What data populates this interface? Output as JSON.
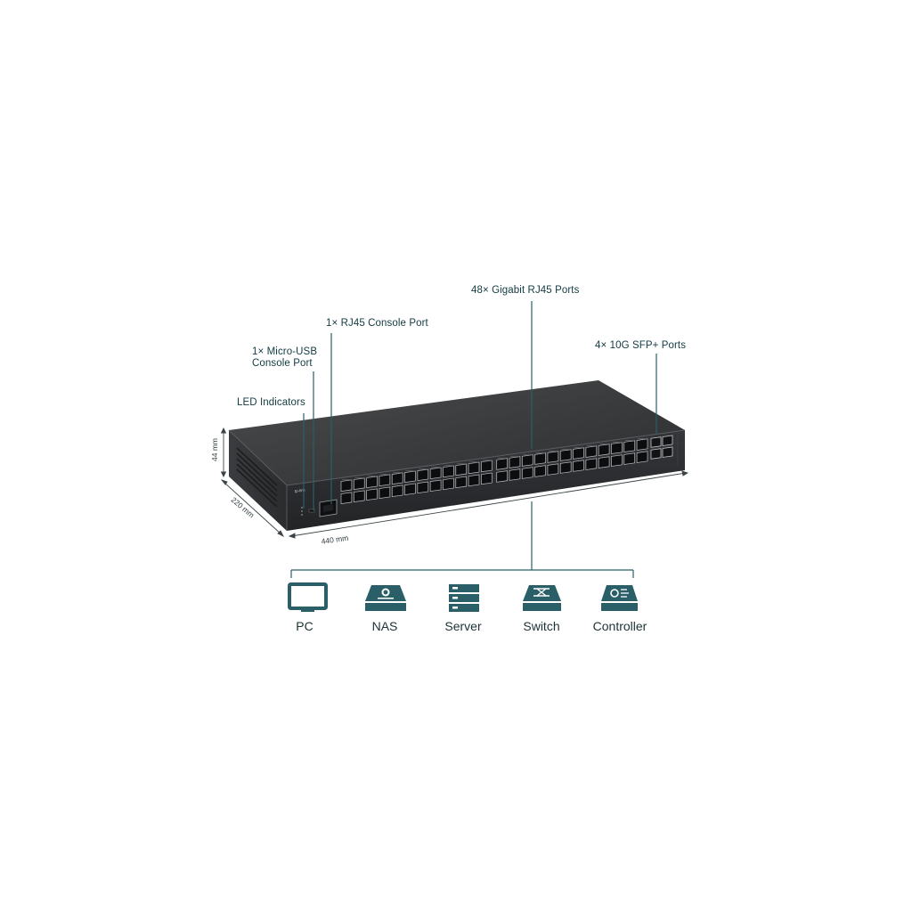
{
  "callouts": {
    "gigabit_ports": "48× Gigabit RJ45 Ports",
    "rj45_console": "1× RJ45 Console Port",
    "usb_console_line1": "1× Micro-USB",
    "usb_console_line2": "Console Port",
    "led_indicators": "LED Indicators",
    "sfp_ports": "4× 10G SFP+ Ports"
  },
  "dimensions": {
    "height": "44 mm",
    "depth": "220 mm",
    "width": "440 mm"
  },
  "devices": [
    {
      "label": "PC",
      "icon": "pc-icon"
    },
    {
      "label": "NAS",
      "icon": "nas-icon"
    },
    {
      "label": "Server",
      "icon": "server-icon"
    },
    {
      "label": "Switch",
      "icon": "switch-icon"
    },
    {
      "label": "Controller",
      "icon": "controller-icon"
    }
  ],
  "colors": {
    "accent": "#2b5f68",
    "chassis": "#2f3133",
    "text": "#123b43"
  },
  "brand": "tp-link"
}
